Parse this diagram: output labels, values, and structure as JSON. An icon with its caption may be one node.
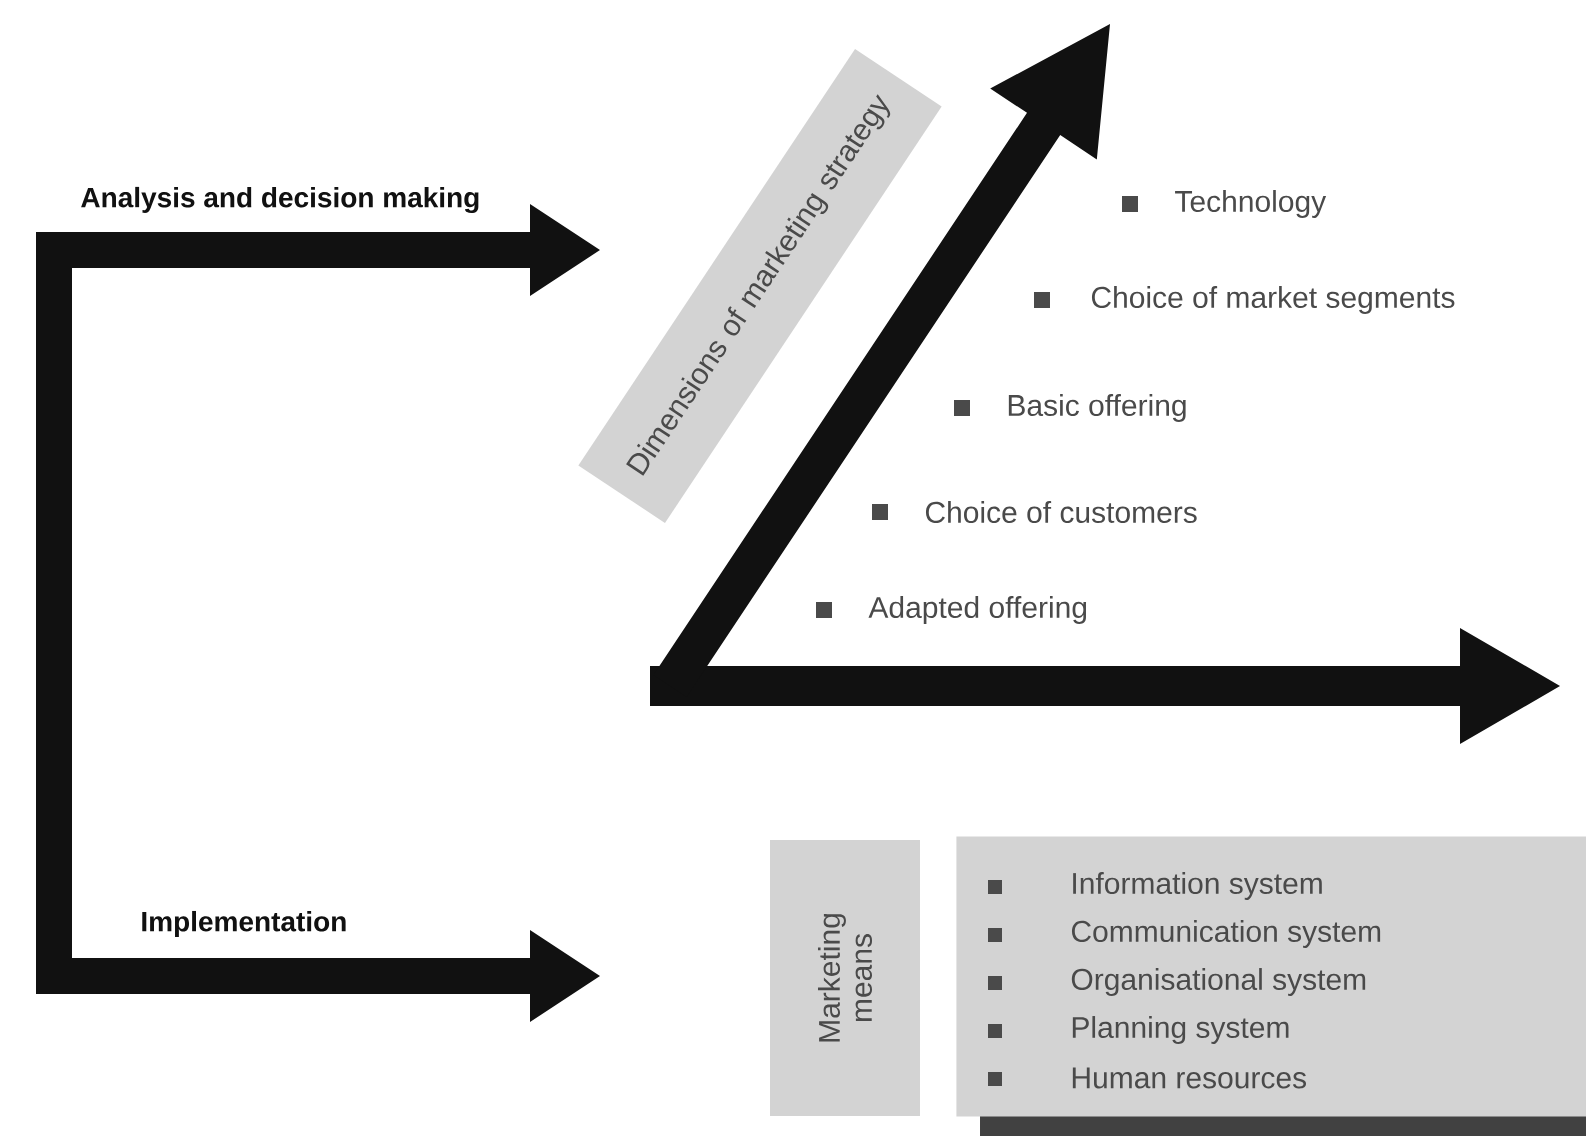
{
  "diagram": {
    "nodes": [
      {
        "text": [
          "Dimensions of marketing strategy"
        ]
      },
      {
        "text": [
          "Marketing means"
        ]
      },
      {
        "text": [
          "Information system",
          "Communication system",
          "Organisational system",
          "Planning system",
          "Human resources"
        ]
      }
    ],
    "labels": [
      "Analysis and decision making",
      "Technology",
      "Choice of market segments",
      "Basic offering",
      "Choice of customers",
      "Adapted offering",
      "Implementation"
    ]
  }
}
